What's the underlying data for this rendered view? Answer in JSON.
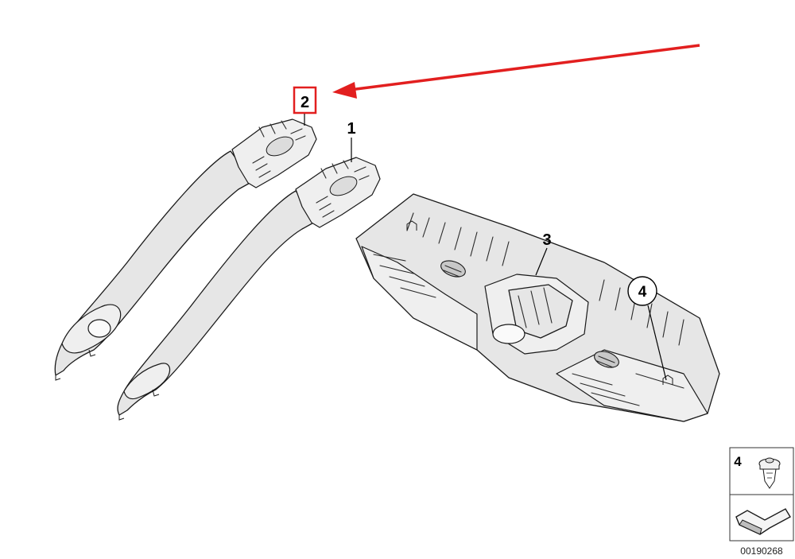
{
  "callouts": {
    "part1": "1",
    "part2": "2",
    "part3": "3",
    "part4": "4"
  },
  "legend": {
    "item_number": "4",
    "diagram_code": "00190268"
  },
  "colors": {
    "highlight": "#e21f1f",
    "arrow": "#e21f1f",
    "part_fill": "#e6e6e6",
    "outline": "#1a1a1a"
  }
}
